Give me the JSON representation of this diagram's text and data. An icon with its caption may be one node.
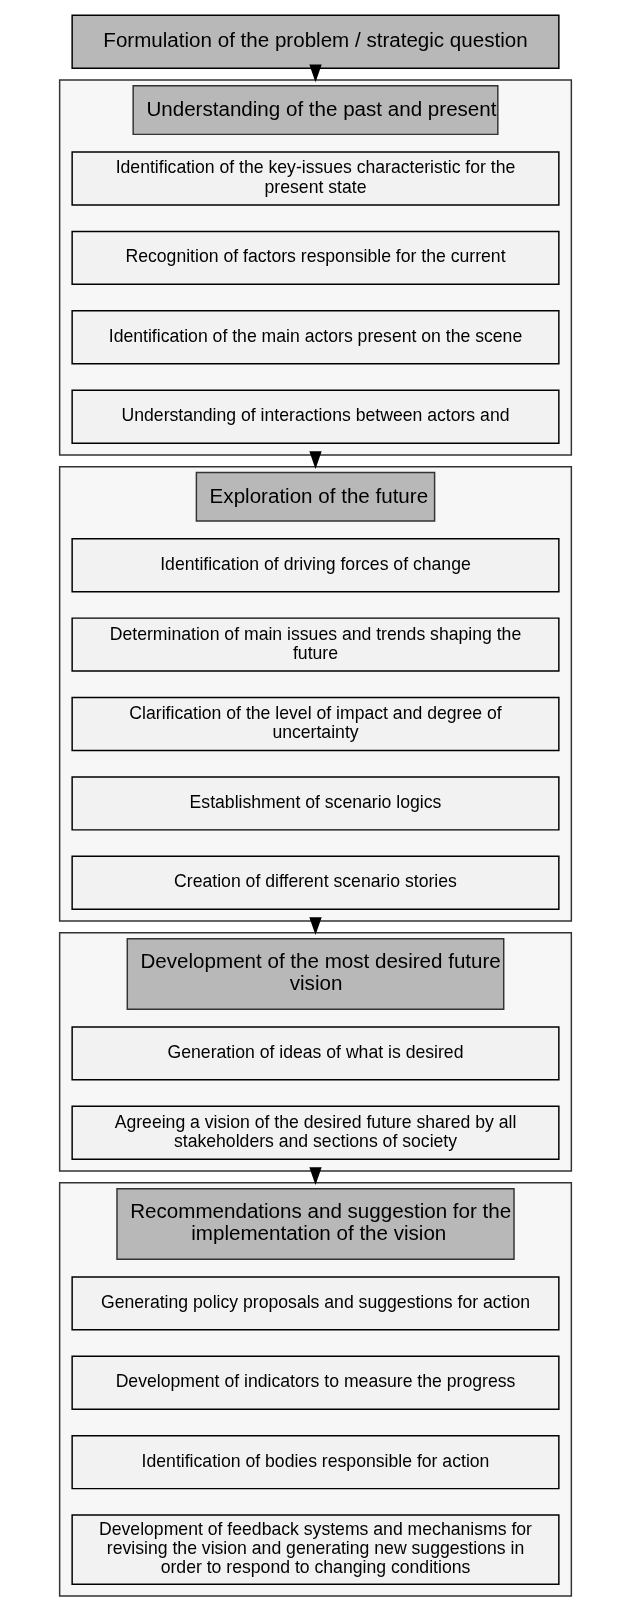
{
  "diagram": {
    "nodes": [
      {
        "text": [
          "Formulation of the problem / strategic question"
        ]
      },
      {
        "text": [
          "Understanding of the past and present"
        ]
      },
      {
        "text": [
          "Identification of the key-issues characteristic for the present state"
        ],
        "in": 1
      },
      {
        "text": [
          "Recognition of factors responsible for the current"
        ],
        "in": 1
      },
      {
        "text": [
          "Identification of the main actors present on the scene"
        ],
        "in": 1
      },
      {
        "text": [
          "Understanding of interactions between actors and"
        ],
        "in": 1
      },
      {
        "text": [
          "Exploration of the future"
        ]
      },
      {
        "text": [
          "Identification of driving forces of change"
        ],
        "in": 6
      },
      {
        "text": [
          "Determination of main issues and trends shaping the future"
        ],
        "in": 6
      },
      {
        "text": [
          "Clarification of the level of impact and degree of uncertainty"
        ],
        "in": 6
      },
      {
        "text": [
          "Establishment of scenario logics"
        ],
        "in": 6
      },
      {
        "text": [
          "Creation of different scenario stories"
        ],
        "in": 6
      },
      {
        "text": [
          "Development of the most desired future vision"
        ]
      },
      {
        "text": [
          "Generation of ideas of what is desired"
        ],
        "in": 12
      },
      {
        "text": [
          "Agreeing a vision of the desired future shared by all stakeholders and sections of society"
        ],
        "in": 12
      },
      {
        "text": [
          "Recommendations and suggestion for the implementation of the vision"
        ]
      },
      {
        "text": [
          "Generating policy proposals and suggestions for action"
        ],
        "in": 15
      },
      {
        "text": [
          "Development of indicators to measure the progress"
        ],
        "in": 15
      },
      {
        "text": [
          "Identification of bodies responsible for action"
        ],
        "in": 15
      },
      {
        "text": [
          "Development of feedback systems and mechanisms for revising the vision and generating new suggestions in order to respond to changing conditions"
        ],
        "in": 15
      }
    ],
    "edges": [
      {
        "from": 0,
        "to": 1,
        "arrow": "to"
      },
      {
        "from": 1,
        "to": 6,
        "arrow": "to"
      },
      {
        "from": 6,
        "to": 12,
        "arrow": "to"
      },
      {
        "from": 12,
        "to": 15,
        "arrow": "to"
      }
    ]
  }
}
